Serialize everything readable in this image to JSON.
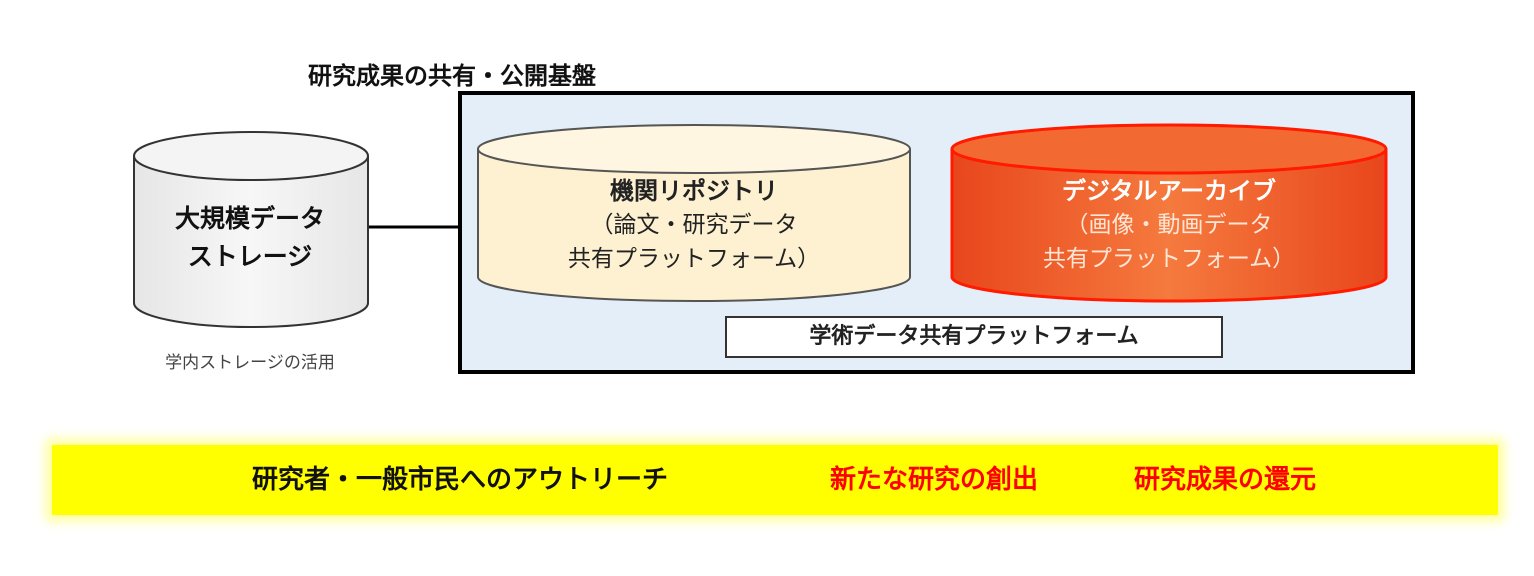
{
  "platform": {
    "title": "研究成果の共有・公開基盤",
    "shared_label": "学術データ共有プラットフォーム"
  },
  "storage": {
    "line1": "大規模データ",
    "line2": "ストレージ",
    "caption": "学内ストレージの活用"
  },
  "repository": {
    "title": "機関リポジトリ",
    "sub1": "（論文・研究データ",
    "sub2": "共有プラットフォーム）"
  },
  "archive": {
    "title": "デジタルアーカイブ",
    "sub1": "（画像・動画データ",
    "sub2": "共有プラットフォーム）"
  },
  "banner": {
    "outreach": "研究者・一般市民へのアウトリーチ",
    "creation": "新たな研究の創出",
    "return": "研究成果の還元"
  },
  "colors": {
    "platform_bg": "#e4eef8",
    "storage_fill": "#eeeeee",
    "repository_fill": "#fdf1d2",
    "archive_fill": "#f0622a",
    "archive_stroke": "#ff1a00",
    "banner_bg": "#ffff00",
    "highlight_text": "#ff0000"
  }
}
